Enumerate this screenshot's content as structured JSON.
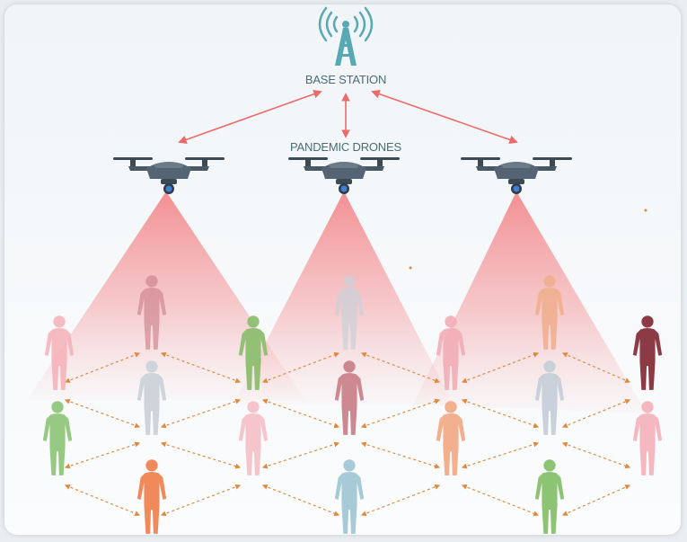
{
  "labels": {
    "base_station": "BASE STATION",
    "drones": "PANDEMIC DRONES"
  },
  "icons": {
    "tower": "radio-tower-icon",
    "drone": "quadcopter-drone-icon",
    "person": "human-figure-icon"
  },
  "colors": {
    "tower": "#58a9b4",
    "drone_body": "#4a5864",
    "beam": "#f48a8a",
    "link_arrow": "#ec6a6a",
    "mesh_arrow": "#dd8a3e",
    "label": "#4a6d74"
  },
  "people": [
    {
      "status": "healthy-pink",
      "color": "#f6b0b8"
    },
    {
      "status": "infected",
      "color": "#c97d86"
    },
    {
      "status": "recovered",
      "color": "#88bd6a"
    },
    {
      "status": "healthy-pink",
      "color": "#f2aab4"
    },
    {
      "status": "neutral",
      "color": "#cdd5db"
    },
    {
      "status": "orange",
      "color": "#f0ae8c"
    },
    {
      "status": "orange",
      "color": "#f7b09a"
    },
    {
      "status": "severe",
      "color": "#8c3a44"
    },
    {
      "status": "neutral",
      "color": "#c9d2da"
    },
    {
      "status": "infected",
      "color": "#c97d86"
    },
    {
      "status": "healthy-pink",
      "color": "#f6b8c0"
    },
    {
      "status": "neutral",
      "color": "#c9d2da"
    },
    {
      "status": "recovered",
      "color": "#8cc474"
    },
    {
      "status": "healthy-pink",
      "color": "#f6b8c0"
    },
    {
      "status": "orange",
      "color": "#f3b08e"
    },
    {
      "status": "healthy-pink",
      "color": "#f6b0ba"
    },
    {
      "status": "orange",
      "color": "#f08a5a"
    },
    {
      "status": "blue",
      "color": "#a7cbd6"
    },
    {
      "status": "recovered",
      "color": "#8cc474"
    },
    {
      "status": "healthy-pink",
      "color": "#f2aab4"
    }
  ]
}
